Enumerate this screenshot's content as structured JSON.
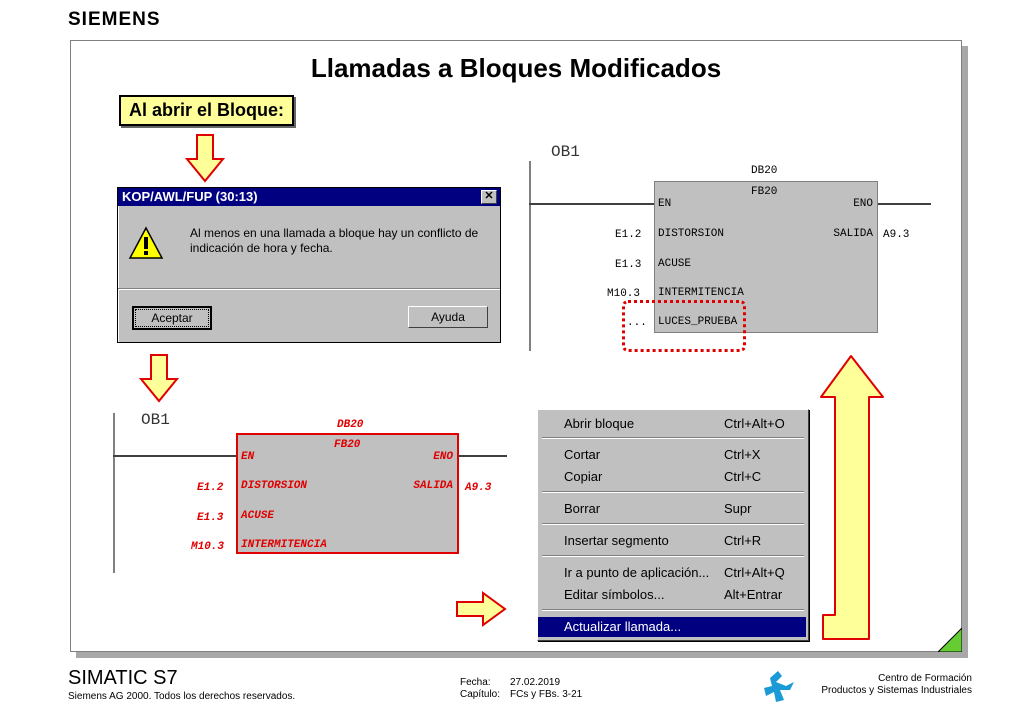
{
  "brand": "SIEMENS",
  "title": "Llamadas a Bloques Modificados",
  "callout": "Al abrir el Bloque:",
  "dialog": {
    "title": "KOP/AWL/FUP   (30:13)",
    "close_glyph": "✕",
    "message": "Al menos en una llamada a bloque hay un conflicto de indicación de hora y fecha.",
    "ok_label": "Aceptar",
    "help_label": "Ayuda",
    "icon": "warning-icon"
  },
  "network_top": {
    "ob_label": "OB1",
    "db": "DB20",
    "fb": "FB20",
    "en": "EN",
    "eno": "ENO",
    "inputs": [
      {
        "operand": "E1.2",
        "pin": "DISTORSION"
      },
      {
        "operand": "E1.3",
        "pin": "ACUSE"
      },
      {
        "operand": "M10.3",
        "pin": "INTERMITENCIA"
      },
      {
        "operand": "...",
        "pin": "LUCES_PRUEBA"
      }
    ],
    "output": {
      "pin": "SALIDA",
      "operand": "A9.3"
    }
  },
  "network_bottom": {
    "ob_label": "OB1",
    "db": "DB20",
    "fb": "FB20",
    "en": "EN",
    "eno": "ENO",
    "inputs": [
      {
        "operand": "E1.2",
        "pin": "DISTORSION"
      },
      {
        "operand": "E1.3",
        "pin": "ACUSE"
      },
      {
        "operand": "M10.3",
        "pin": "INTERMITENCIA"
      }
    ],
    "output": {
      "pin": "SALIDA",
      "operand": "A9.3"
    }
  },
  "context_menu": {
    "items": [
      {
        "label": "Abrir bloque",
        "shortcut": "Ctrl+Alt+O"
      },
      {
        "label": "Cortar",
        "shortcut": "Ctrl+X"
      },
      {
        "label": "Copiar",
        "shortcut": "Ctrl+C"
      },
      {
        "label": "Borrar",
        "shortcut": "Supr"
      },
      {
        "label": "Insertar segmento",
        "shortcut": "Ctrl+R"
      },
      {
        "label": "Ir a punto de aplicación...",
        "shortcut": "Ctrl+Alt+Q"
      },
      {
        "label": "Editar símbolos...",
        "shortcut": "Alt+Entrar"
      },
      {
        "label": "Actualizar llamada...",
        "shortcut": ""
      }
    ]
  },
  "colors": {
    "arrow_fill": "#ffff99",
    "arrow_stroke": "#e00000",
    "highlight": "#e00000",
    "menu_select": "#000080"
  },
  "footer": {
    "product": "SIMATIC S7",
    "copyright": "Siemens AG 2000. Todos los derechos reservados.",
    "date_label": "Fecha:",
    "date_value": "27.02.2019",
    "chapter_label": "Capítulo:",
    "chapter_value": "FCs y FBs. 3-21",
    "org_line1": "Centro de Formación",
    "org_line2": "Productos y Sistemas Industriales",
    "logo_icon": "siemens-figure-logo-icon"
  }
}
